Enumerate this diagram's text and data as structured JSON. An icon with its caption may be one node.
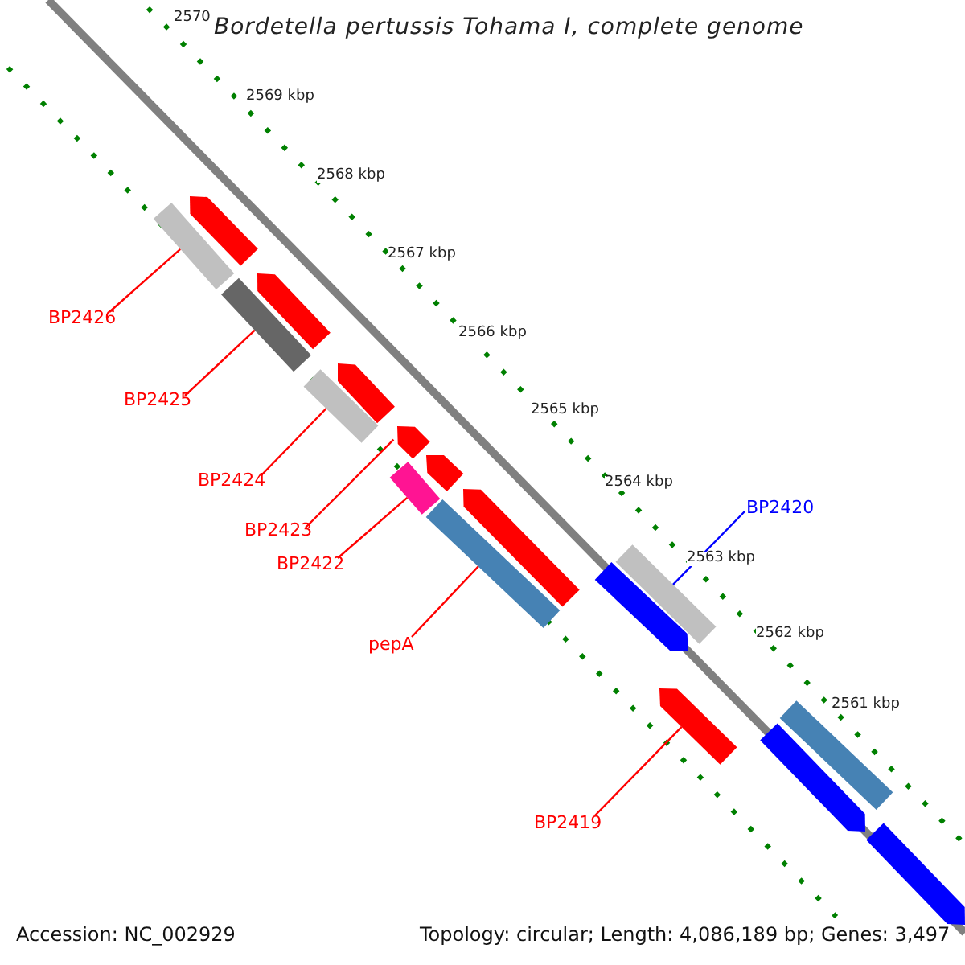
{
  "diagram": {
    "title": "Bordetella pertussis Tohama I, complete genome",
    "nodes": [
      {
        "text": [
          "BP2426"
        ]
      },
      {
        "text": [
          "BP2425"
        ]
      },
      {
        "text": [
          "BP2424"
        ]
      },
      {
        "text": [
          "BP2423"
        ]
      },
      {
        "text": [
          "BP2422"
        ]
      },
      {
        "text": [
          "BP2420"
        ]
      },
      {
        "text": [
          "pepA"
        ]
      },
      {
        "text": [
          "BP2419"
        ]
      },
      {
        "text": [],
        "shape": "bar"
      },
      {
        "text": [],
        "shape": "bar"
      },
      {
        "text": [],
        "shape": "bar"
      },
      {
        "text": [],
        "shape": "bar"
      },
      {
        "text": [],
        "shape": "bar"
      },
      {
        "text": [],
        "shape": "bar"
      },
      {
        "text": [],
        "shape": "bar"
      },
      {
        "text": [],
        "shape": "bar"
      },
      {
        "text": [],
        "shape": "bar"
      },
      {
        "text": [],
        "shape": "bar"
      },
      {
        "text": [],
        "shape": "bar"
      },
      {
        "text": [],
        "shape": "bar"
      },
      {
        "text": [],
        "shape": "bar"
      },
      {
        "text": [],
        "shape": "bar"
      },
      {
        "text": [],
        "shape": "bar"
      },
      {
        "text": [],
        "shape": "bar"
      },
      {
        "text": [],
        "shape": "bar"
      }
    ],
    "edges": [
      {
        "from": 0,
        "to": 8,
        "arrow": "none"
      },
      {
        "from": 1,
        "to": 10,
        "arrow": "none"
      },
      {
        "from": 2,
        "to": 12,
        "arrow": "none"
      },
      {
        "from": 3,
        "to": 14,
        "arrow": "none"
      },
      {
        "from": 4,
        "to": 15,
        "arrow": "none"
      },
      {
        "from": 5,
        "to": 20,
        "arrow": "none",
        "color": "#0000ff"
      },
      {
        "from": 6,
        "to": 17,
        "arrow": "none"
      },
      {
        "from": 7,
        "to": 21,
        "arrow": "none"
      }
    ],
    "labels": [
      "2570",
      "2569 kbp",
      "2568 kbp",
      "2567 kbp",
      "2566 kbp",
      "2565 kbp",
      "2564 kbp",
      "2563 kbp",
      "2562 kbp",
      "2561 kbp",
      "Accession: NC_002929",
      "Topology: circular; Length: 4,086,189 bp; Genes: 3,497"
    ]
  }
}
